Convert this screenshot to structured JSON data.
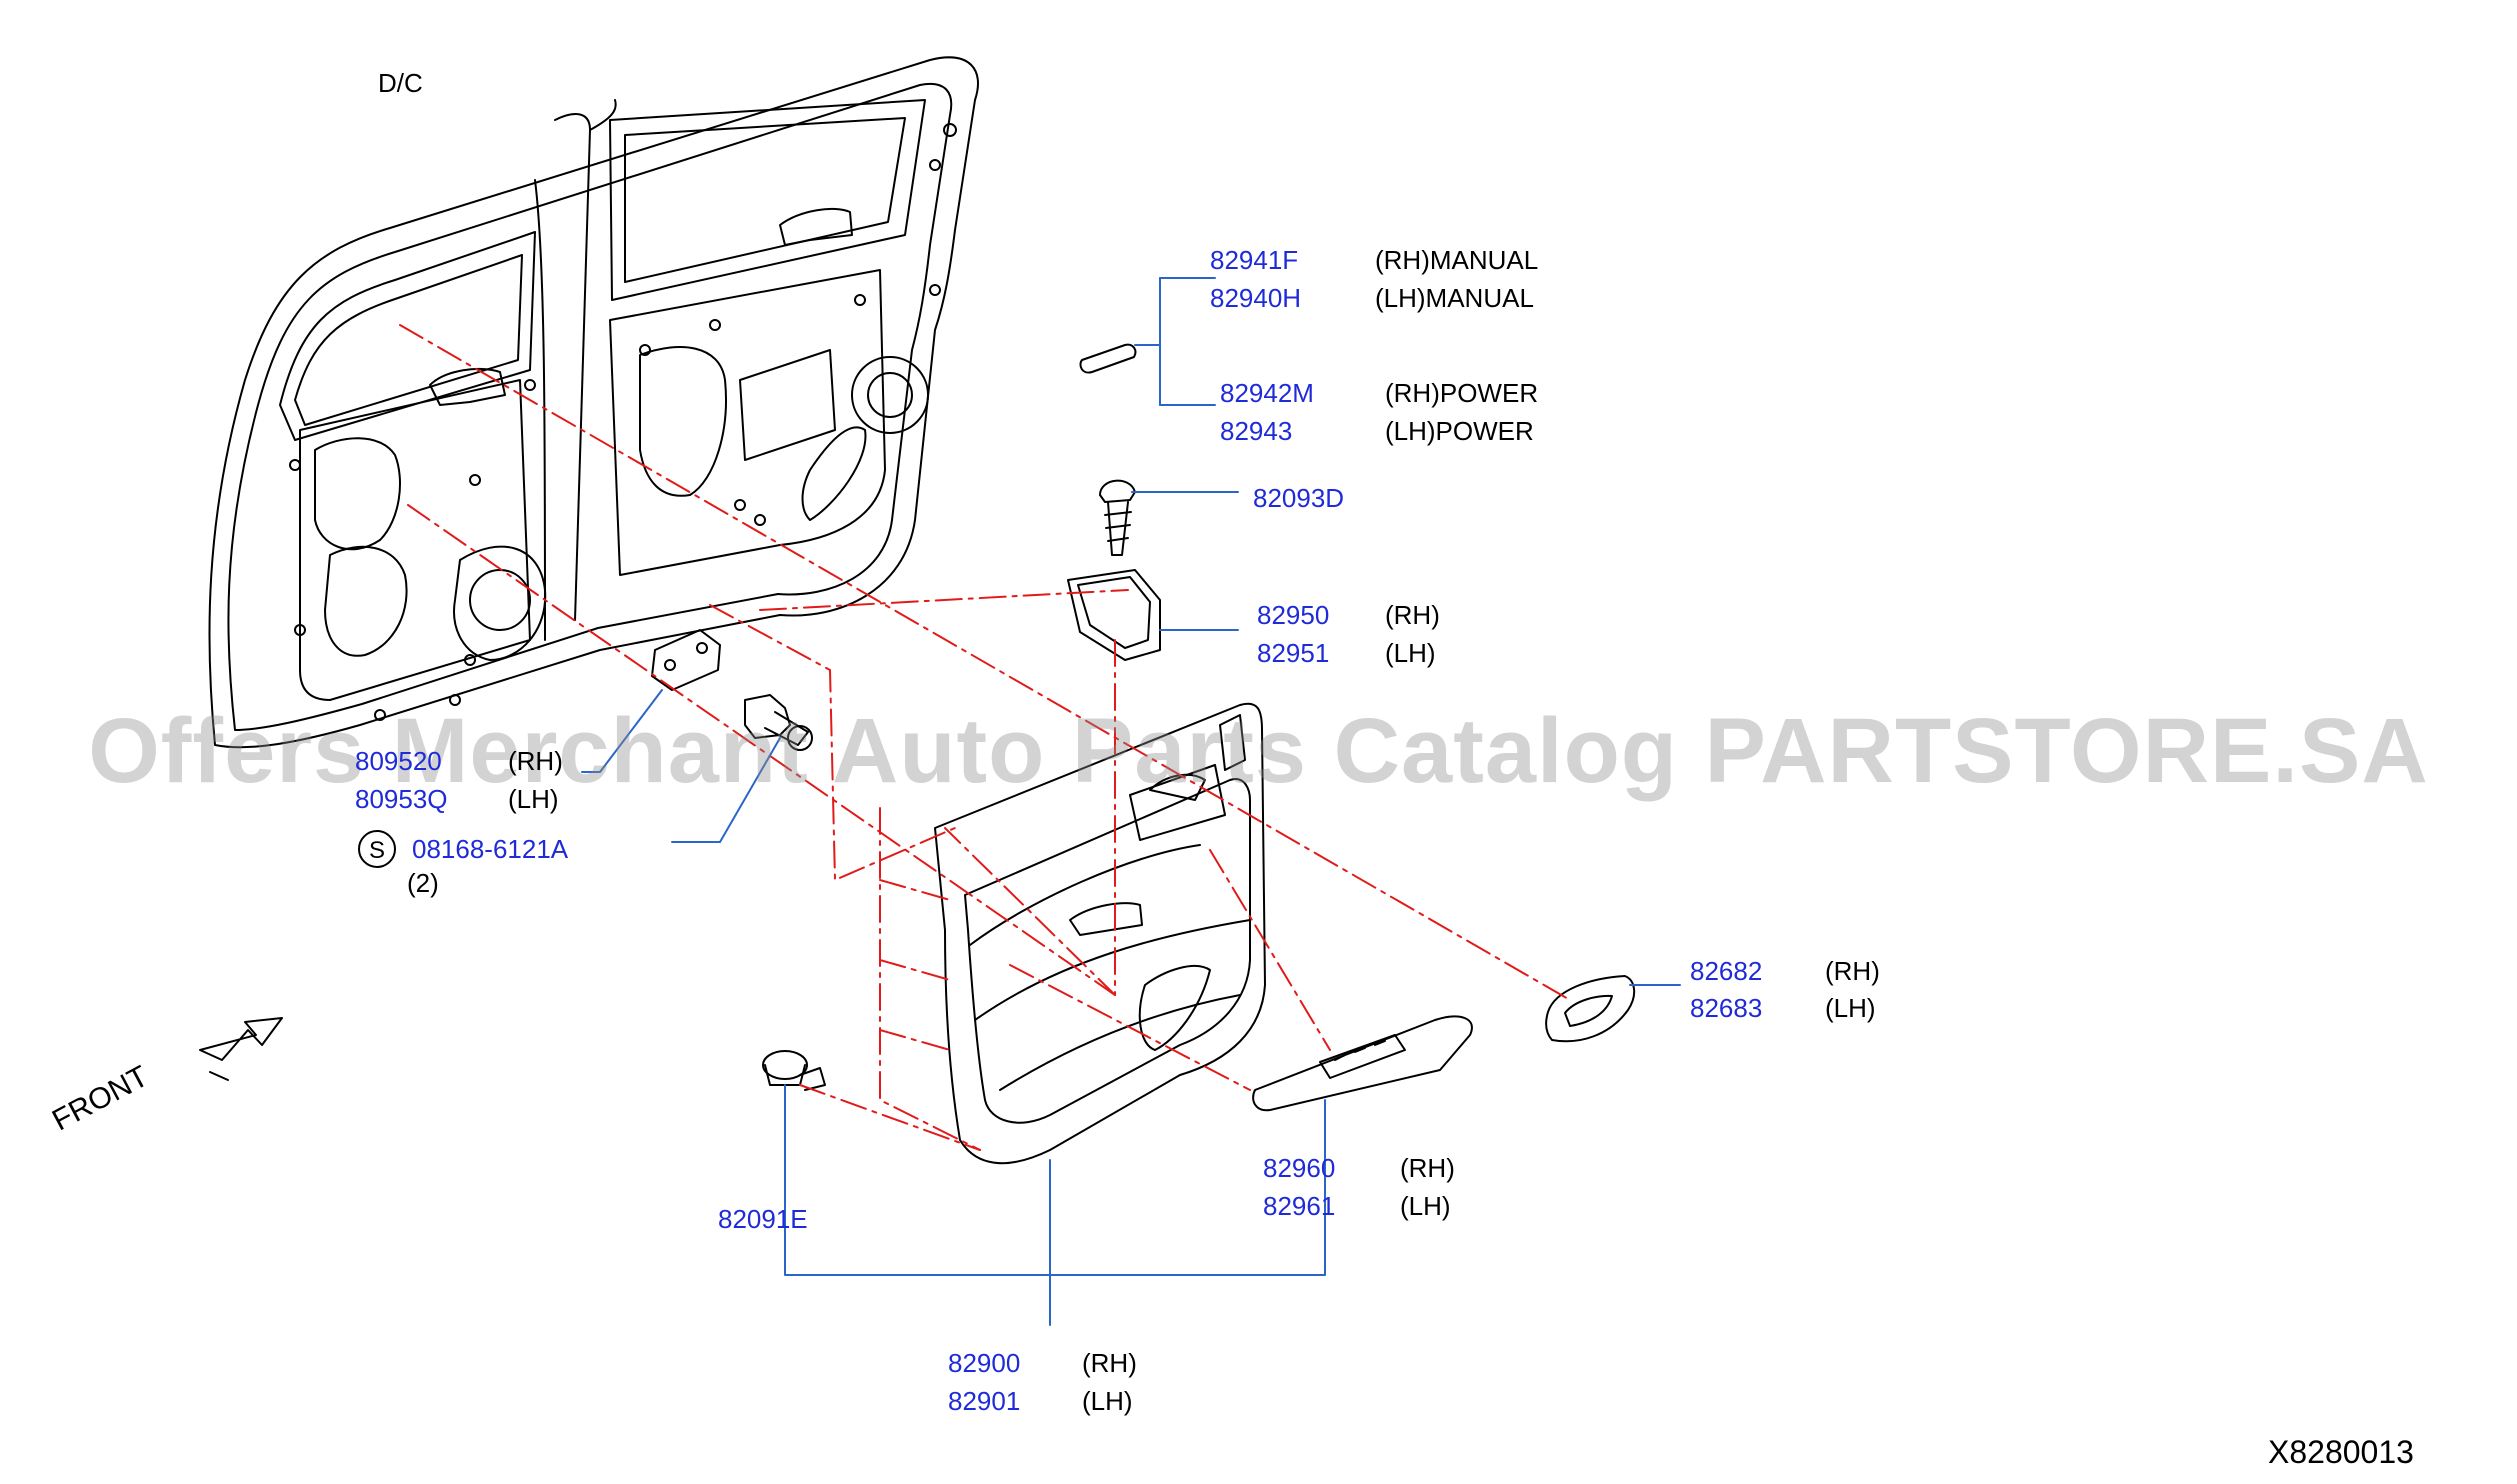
{
  "header": {
    "variant": "D/C"
  },
  "footer": {
    "diagram_code": "X8280013"
  },
  "watermark": "Offers Merchant Auto Parts Catalog PARTSTORE.SA",
  "orientation": {
    "front_label": "FRONT"
  },
  "symbol": {
    "screw_mark": "S"
  },
  "parts": {
    "p82941F": {
      "number": "82941F",
      "desc": "(RH)MANUAL"
    },
    "p82940H": {
      "number": "82940H",
      "desc": "(LH)MANUAL"
    },
    "p82942M": {
      "number": "82942M",
      "desc": "(RH)POWER"
    },
    "p82943": {
      "number": "82943",
      "desc": "(LH)POWER"
    },
    "p82093D": {
      "number": "82093D"
    },
    "p82950": {
      "number": "82950",
      "desc": "(RH)"
    },
    "p82951": {
      "number": "82951",
      "desc": "(LH)"
    },
    "p809520": {
      "number": "809520",
      "desc": "(RH)"
    },
    "p80953Q": {
      "number": "80953Q",
      "desc": "(LH)"
    },
    "p08168": {
      "number": "08168-6121A",
      "qty": "(2)"
    },
    "p82682": {
      "number": "82682",
      "desc": "(RH)"
    },
    "p82683": {
      "number": "82683",
      "desc": "(LH)"
    },
    "p82960": {
      "number": "82960",
      "desc": "(RH)"
    },
    "p82961": {
      "number": "82961",
      "desc": "(LH)"
    },
    "p82091E": {
      "number": "82091E"
    },
    "p82900": {
      "number": "82900",
      "desc": "(RH)"
    },
    "p82901": {
      "number": "82901",
      "desc": "(LH)"
    }
  }
}
